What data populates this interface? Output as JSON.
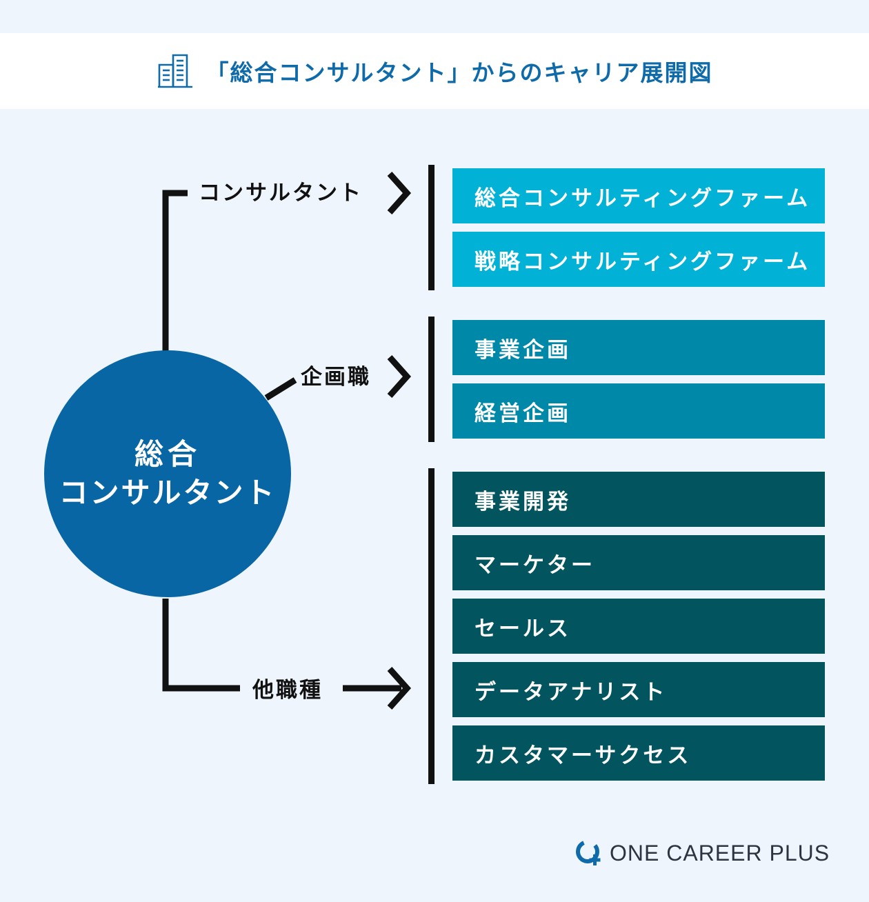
{
  "header": {
    "title": "「総合コンサルタント」からのキャリア展開図",
    "icon": "building-icon"
  },
  "hub": {
    "line1": "総合",
    "line2": "コンサルタント"
  },
  "branches": [
    {
      "label": "コンサルタント",
      "items": [
        "総合コンサルティングファーム",
        "戦略コンサルティングファーム"
      ],
      "color": "#02b2d6"
    },
    {
      "label": "企画職",
      "items": [
        "事業企画",
        "経営企画"
      ],
      "color": "#0088a8"
    },
    {
      "label": "他職種",
      "items": [
        "事業開発",
        "マーケター",
        "セールス",
        "データアナリスト",
        "カスタマーサクセス"
      ],
      "color": "#02545f"
    }
  ],
  "logo": {
    "text": "ONE CAREER PLUS",
    "icon": "one-career-logo-icon",
    "color": "#0e6aa8"
  }
}
